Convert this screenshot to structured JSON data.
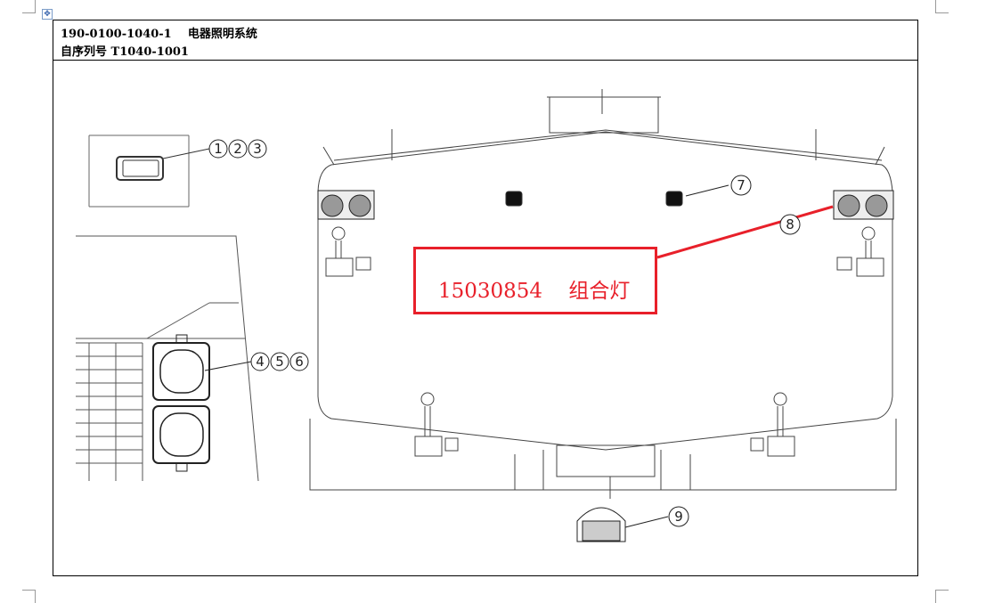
{
  "header": {
    "line1": "190-0100-1040-1    电器照明系统",
    "line2": "自序列号 T1040-1001"
  },
  "drawing": {
    "callouts": {
      "c123": [
        "1",
        "2",
        "3"
      ],
      "c456": [
        "4",
        "5",
        "6"
      ],
      "c7": "7",
      "c8": "8",
      "c9": "9"
    },
    "annotation": {
      "part_number": "15030854",
      "part_name": "组合灯"
    }
  },
  "colors": {
    "annotation": "#e8202a"
  }
}
